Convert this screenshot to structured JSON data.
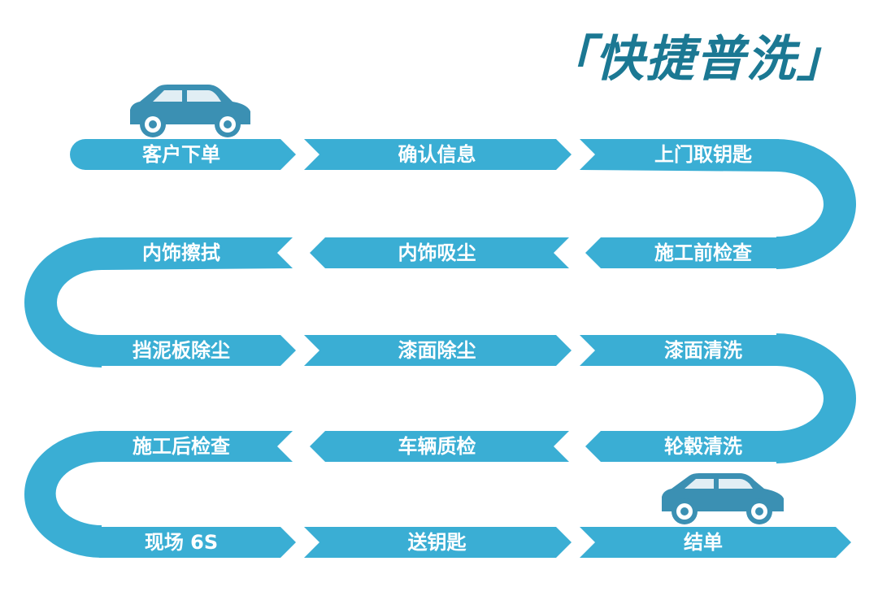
{
  "title": "「快捷普洗」",
  "colors": {
    "band": "#3aaed4",
    "band_dark": "#2f9cc2",
    "car": "#3b90b3",
    "title": "#1b7893"
  },
  "steps": [
    "客户下单",
    "确认信息",
    "上门取钥匙",
    "施工前检查",
    "内饰吸尘",
    "内饰擦拭",
    "挡泥板除尘",
    "漆面除尘",
    "漆面清洗",
    "轮毂清洗",
    "车辆质检",
    "施工后检查",
    "现场 6S",
    "送钥匙",
    "结单"
  ],
  "icons": {
    "start": "car-icon",
    "end": "car-icon"
  }
}
